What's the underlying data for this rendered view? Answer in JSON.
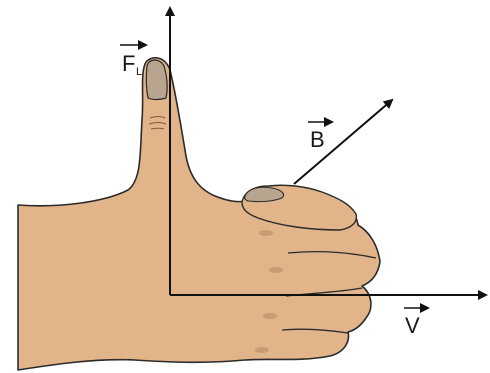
{
  "vectors": {
    "force": {
      "letter": "F",
      "subscript": "L"
    },
    "field": {
      "letter": "B"
    },
    "velocity": {
      "letter": "V"
    }
  },
  "colors": {
    "skin": "#e2b48a",
    "skin_shadow": "#c99a73",
    "nail": "#b8a58f",
    "outline": "#2b2b2b",
    "arrow": "#111111"
  }
}
